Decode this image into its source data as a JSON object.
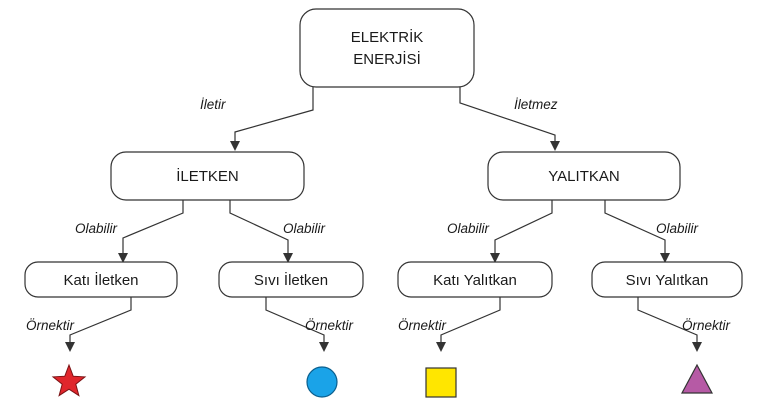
{
  "nodes": {
    "root_line1": "ELEKTRİK",
    "root_line2": "ENERJİSİ",
    "conductor": "İLETKEN",
    "insulator": "YALITKAN",
    "solid_conductor": "Katı İletken",
    "liquid_conductor": "Sıvı İletken",
    "solid_insulator": "Katı Yalıtkan",
    "liquid_insulator": "Sıvı Yalıtkan"
  },
  "edges": {
    "conducts": "İletir",
    "not_conducts": "İletmez",
    "may_be_1": "Olabilir",
    "may_be_2": "Olabilir",
    "may_be_3": "Olabilir",
    "may_be_4": "Olabilir",
    "example_1": "Örnektir",
    "example_2": "Örnektir",
    "example_3": "Örnektir",
    "example_4": "Örnektir"
  },
  "symbols": {
    "star": {
      "shape": "star",
      "color": "#e0262c"
    },
    "circle": {
      "shape": "circle",
      "color": "#1aa3e8"
    },
    "square": {
      "shape": "square",
      "color": "#ffe600"
    },
    "triangle": {
      "shape": "triangle",
      "color": "#b65aa5"
    }
  }
}
